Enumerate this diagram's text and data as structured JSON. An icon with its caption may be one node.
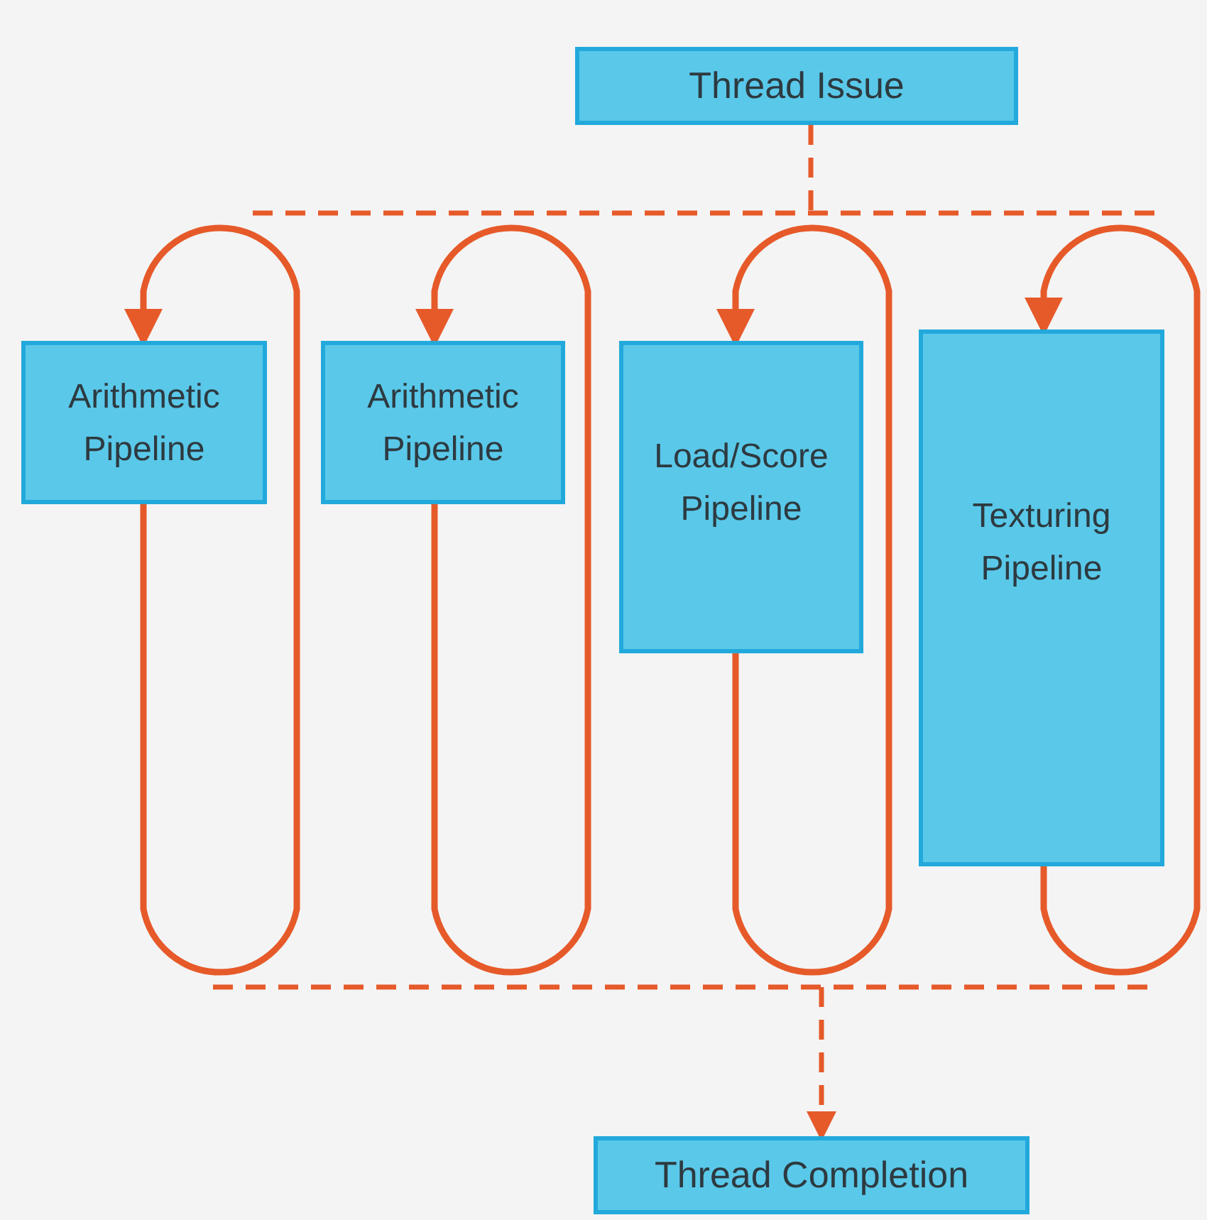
{
  "diagram": {
    "nodes": [
      {
        "text": [
          "Thread Issue"
        ]
      },
      {
        "text": [
          "Arithmetic Pipeline"
        ]
      },
      {
        "text": [
          "Arithmetic Pipeline"
        ]
      },
      {
        "text": [
          "Load/Score Pipeline"
        ]
      },
      {
        "text": [
          "Texturing Pipeline"
        ]
      },
      {
        "text": [
          "Thread Completion"
        ]
      }
    ],
    "edges": [
      {
        "from": 0,
        "to": null,
        "arrow": "none",
        "style": "dashed"
      },
      {
        "from": 1,
        "to": 1,
        "arrow": "to"
      },
      {
        "from": 2,
        "to": 2,
        "arrow": "to"
      },
      {
        "from": 3,
        "to": 3,
        "arrow": "to"
      },
      {
        "from": 4,
        "to": 4,
        "arrow": "to"
      },
      {
        "from": null,
        "to": 5,
        "arrow": "to",
        "style": "dashed"
      }
    ]
  }
}
